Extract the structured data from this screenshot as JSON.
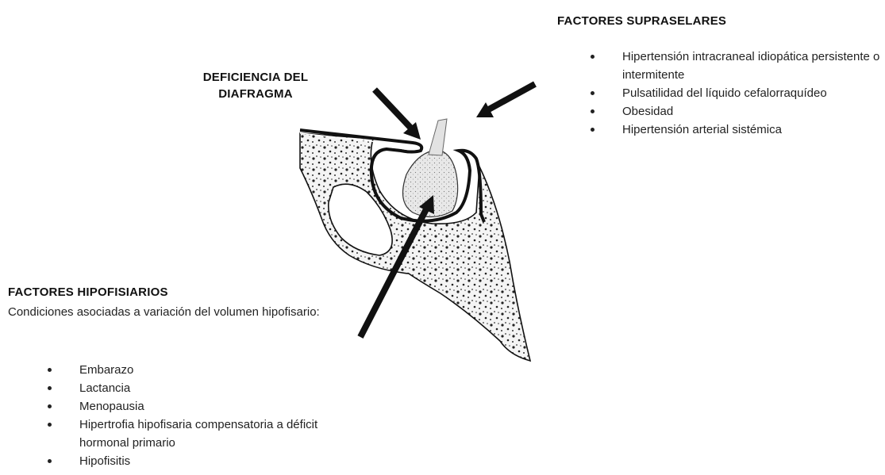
{
  "suprasellar": {
    "title": "FACTORES SUPRASELARES",
    "items": [
      "Hipertensión intracraneal idiopática persistente o intermitente",
      "Pulsatilidad del líquido cefalorraquídeo",
      "Obesidad",
      "Hipertensión arterial sistémica"
    ]
  },
  "diaphragm": {
    "title_line1": "DEFICIENCIA DEL",
    "title_line2": "DIAFRAGMA"
  },
  "pituitary": {
    "title": "FACTORES HIPOFISIARIOS",
    "description": "Condiciones asociadas a variación del volumen hipofisario:",
    "items": [
      "Embarazo",
      "Lactancia",
      "Menopausia",
      "Hipertrofia hipofisaria compensatoria a déficit hormonal primario",
      "Hipofisitis"
    ]
  }
}
